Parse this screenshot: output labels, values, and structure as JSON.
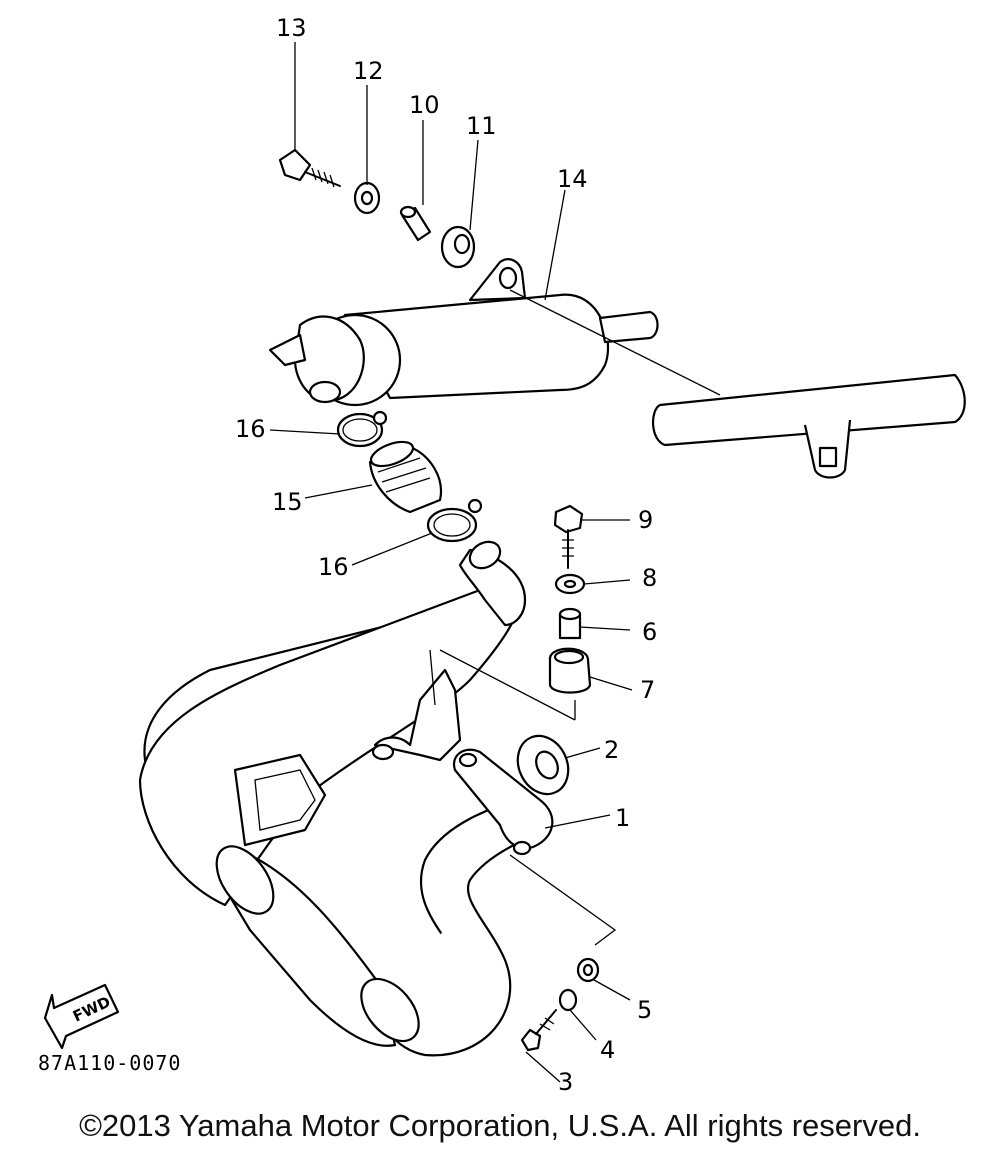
{
  "diagram": {
    "callouts": [
      "1",
      "2",
      "3",
      "4",
      "5",
      "6",
      "7",
      "8",
      "9",
      "10",
      "11",
      "12",
      "13",
      "14",
      "15",
      "16",
      "16"
    ],
    "fwd_label": "FWD",
    "part_code": "87A110-0070"
  },
  "footer": {
    "copyright": "©2013 Yamaha Motor Corporation, U.S.A. All rights reserved."
  }
}
